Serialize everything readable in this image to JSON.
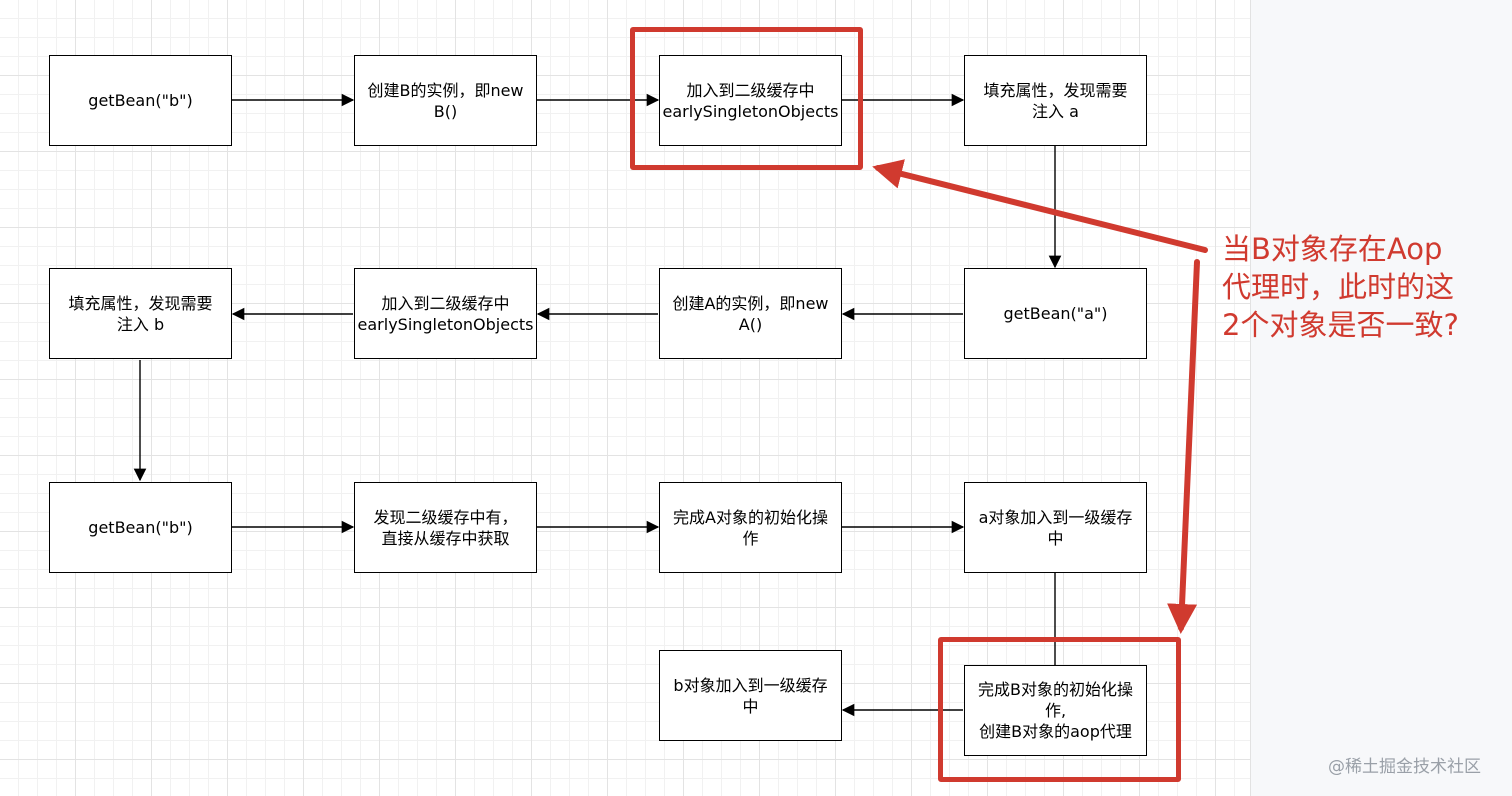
{
  "nodes": [
    {
      "id": "n1",
      "label": "getBean(\"b\")"
    },
    {
      "id": "n2",
      "label": "创建B的实例，即new\nB()"
    },
    {
      "id": "n3",
      "label": "加入到二级缓存中\nearlySingletonObjects"
    },
    {
      "id": "n4",
      "label": "填充属性，发现需要\n注入 a"
    },
    {
      "id": "n5",
      "label": "getBean(\"a\")"
    },
    {
      "id": "n6",
      "label": "创建A的实例，即new\nA()"
    },
    {
      "id": "n7",
      "label": "加入到二级缓存中\nearlySingletonObjects"
    },
    {
      "id": "n8",
      "label": "填充属性，发现需要\n注入 b"
    },
    {
      "id": "n9",
      "label": "getBean(\"b\")"
    },
    {
      "id": "n10",
      "label": "发现二级缓存中有，\n直接从缓存中获取"
    },
    {
      "id": "n11",
      "label": "完成A对象的初始化操\n作"
    },
    {
      "id": "n12",
      "label": "a对象加入到一级缓存\n中"
    },
    {
      "id": "n13",
      "label": "完成B对象的初始化操\n作,\n创建B对象的aop代理"
    },
    {
      "id": "n14",
      "label": "b对象加入到一级缓存\n中"
    }
  ],
  "annotation": "当B对象存在Aop\n代理时，此时的这\n2个对象是否一致?",
  "watermark": "@稀土掘金技术社区",
  "colors": {
    "highlight": "#d03a2f",
    "line": "#000000",
    "text": "#000000"
  }
}
